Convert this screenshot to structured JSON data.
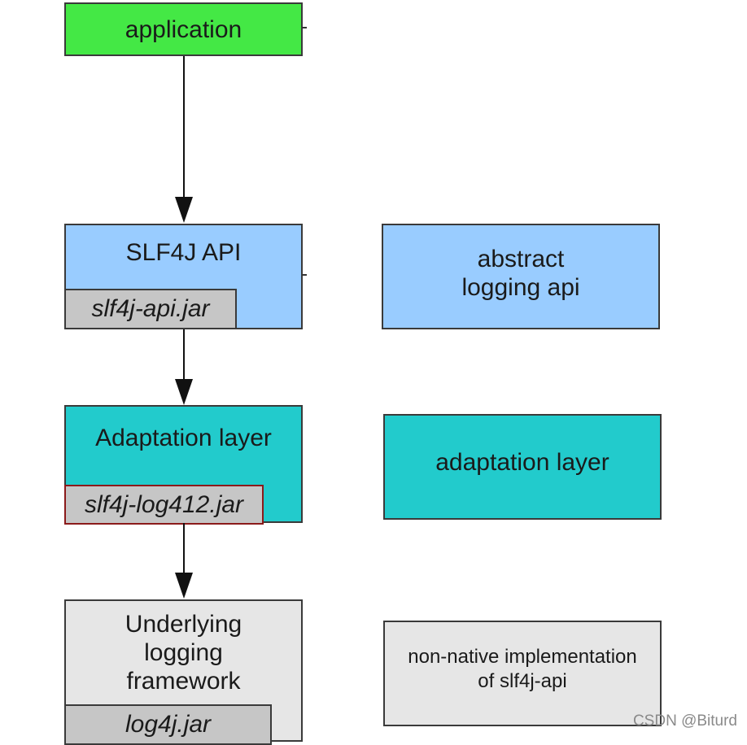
{
  "left_stack": {
    "application": {
      "title": "application"
    },
    "slf4j_api": {
      "title": "SLF4J API",
      "jar": "slf4j-api.jar"
    },
    "adaptation": {
      "title": "Adaptation layer",
      "jar": "slf4j-log412.jar"
    },
    "underlying": {
      "title_lines": [
        "Underlying",
        "logging",
        "framework"
      ],
      "jar": "log4j.jar"
    }
  },
  "right_stack": {
    "abstract": {
      "lines": [
        "abstract",
        "logging api"
      ]
    },
    "adaptation": {
      "title": "adaptation layer"
    },
    "non_native": {
      "lines": [
        "non-native implementation",
        "of slf4j-api"
      ]
    }
  },
  "colors": {
    "application": "#44e845",
    "api": "#99ccff",
    "adaptation": "#22cbcc",
    "framework": "#e6e6e6",
    "jar": "#c6c6c6",
    "adaptation_jar_border": "#8b1a1a"
  },
  "watermark": "CSDN @Biturd"
}
